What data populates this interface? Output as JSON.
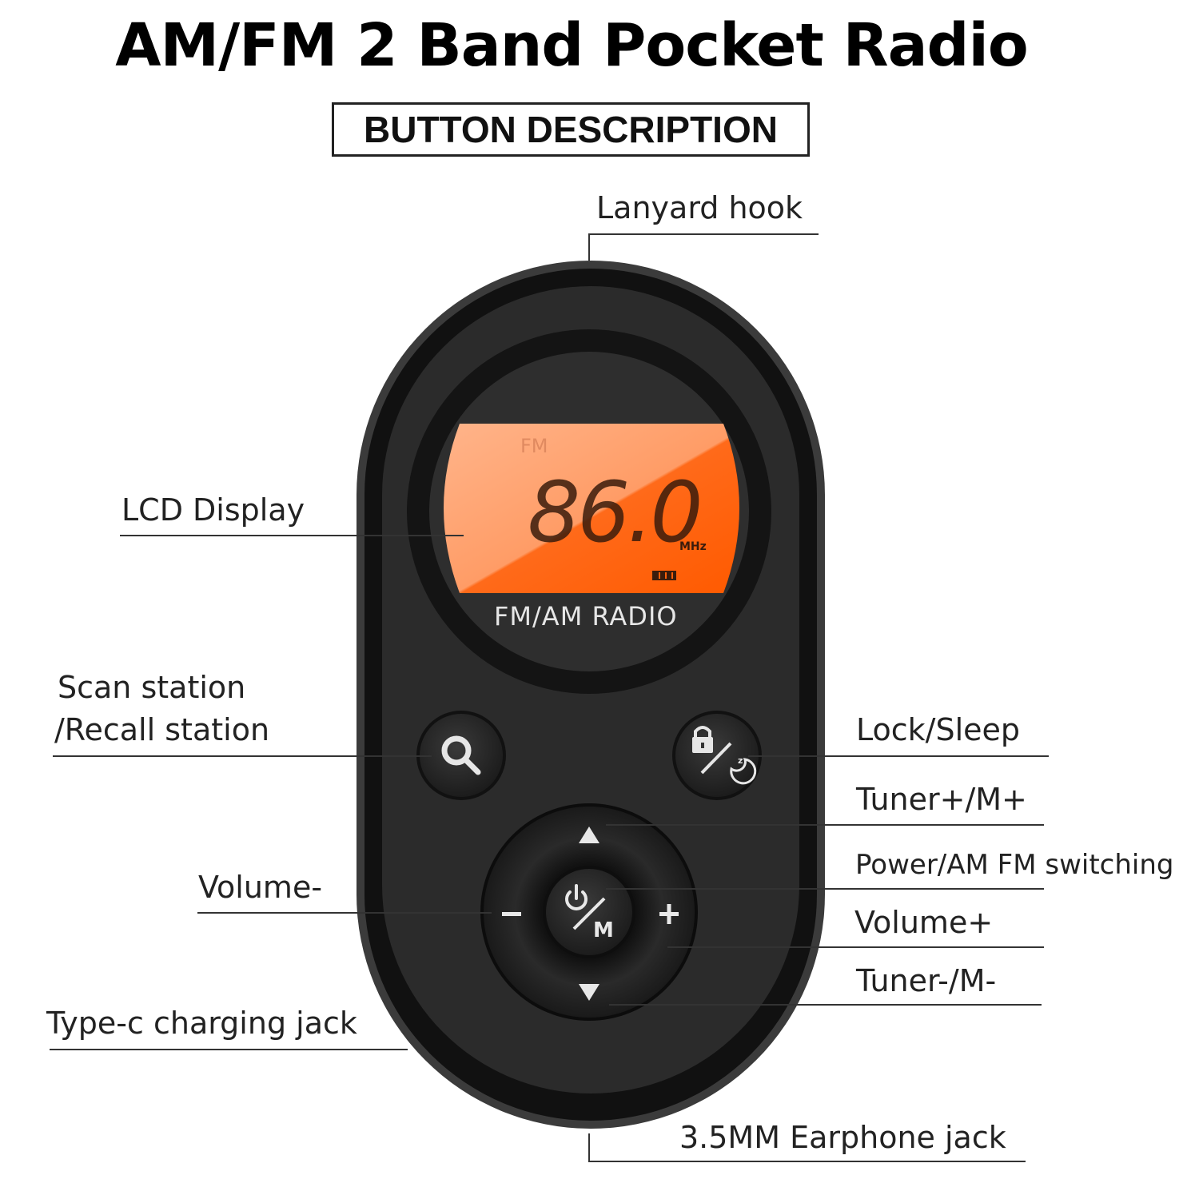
{
  "header": {
    "title": "AM/FM 2 Band Pocket Radio",
    "subtitle": "BUTTON DESCRIPTION"
  },
  "device": {
    "lcd": {
      "band": "FM",
      "frequency": "86.0",
      "unit": "MHz",
      "battery_icon": "battery-icon",
      "backlight_color": "#ff6a1a"
    },
    "brand_text": "FM/AM RADIO",
    "body_color": "#2b2b2b",
    "buttons": {
      "scan": {
        "icon": "search-icon"
      },
      "lock_sleep": {
        "icon": "lock-sleep-icon"
      },
      "dpad": {
        "up": "▲",
        "down": "▼",
        "minus": "−",
        "plus": "+"
      },
      "center": {
        "power_symbol": "⏻",
        "mode": "M"
      }
    }
  },
  "callouts": {
    "lanyard_hook": "Lanyard hook",
    "lcd_display": "LCD Display",
    "scan_station_line1": "Scan station",
    "scan_station_line2": "/Recall station",
    "lock_sleep": "Lock/Sleep",
    "tuner_plus": "Tuner+/M+",
    "power_switch": "Power/AM FM switching",
    "volume_minus": "Volume-",
    "volume_plus": "Volume+",
    "tuner_minus": "Tuner-/M-",
    "typec_jack": "Type-c charging jack",
    "earphone_jack": "3.5MM Earphone jack"
  }
}
